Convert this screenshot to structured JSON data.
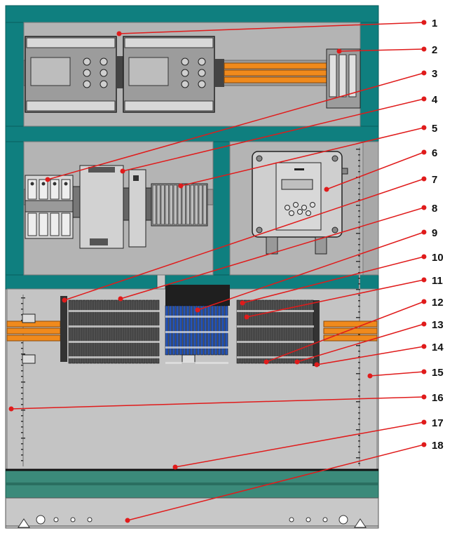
{
  "colors": {
    "teal": "#0f7f7f",
    "panel_gray": "#b4b4b4",
    "cabinet_gray": "#c9c9c9",
    "copper": "#f08a1c",
    "terminal_blue": "#2756b8",
    "callout_red": "#e01b1b",
    "dark": "#1f1f1f"
  },
  "callouts": [
    "1",
    "2",
    "3",
    "4",
    "5",
    "6",
    "7",
    "8",
    "9",
    "10",
    "11",
    "12",
    "13",
    "14",
    "15",
    "16",
    "17",
    "18"
  ]
}
